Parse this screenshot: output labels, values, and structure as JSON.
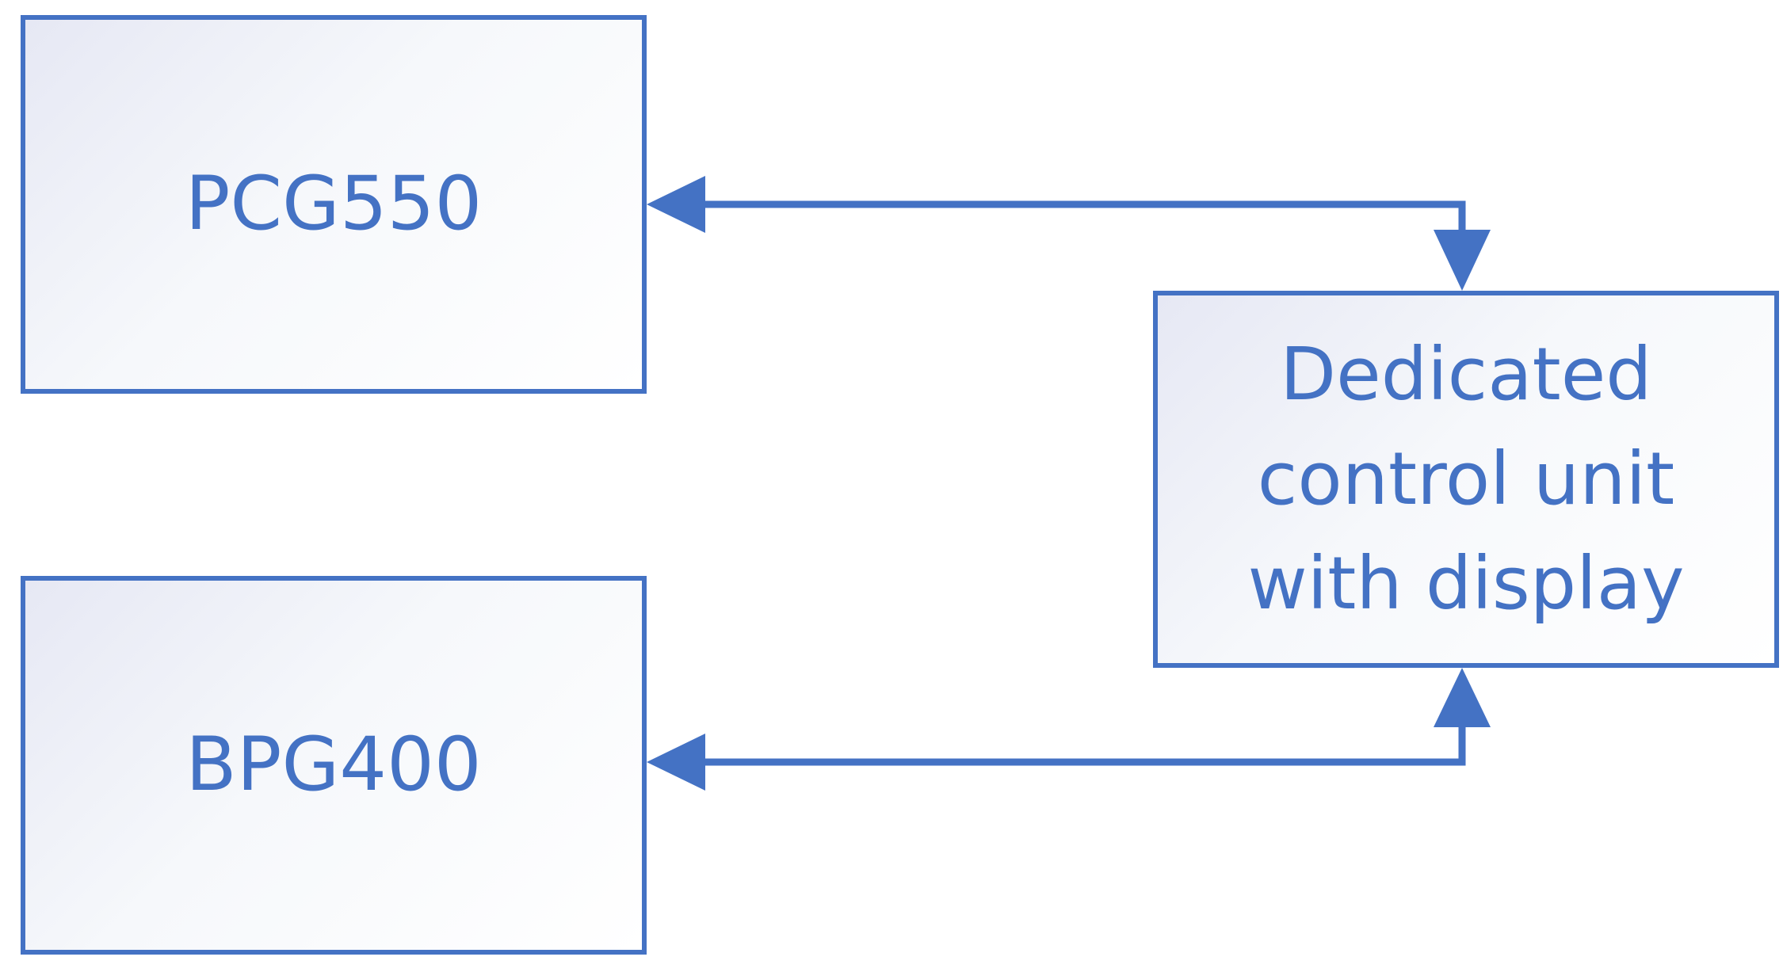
{
  "nodes": {
    "pcg550": {
      "label": "PCG550"
    },
    "bpg400": {
      "label": "BPG400"
    },
    "control_unit": {
      "lines": [
        "Dedicated",
        "control unit",
        "with display"
      ]
    }
  },
  "edges": [
    {
      "from": "pcg550",
      "to": "control_unit",
      "bidirectional": true
    },
    {
      "from": "bpg400",
      "to": "control_unit",
      "bidirectional": true
    }
  ],
  "colors": {
    "accent": "#4472c4",
    "box_fill_start": "#e6e8f4",
    "box_fill_end": "#ffffff"
  }
}
